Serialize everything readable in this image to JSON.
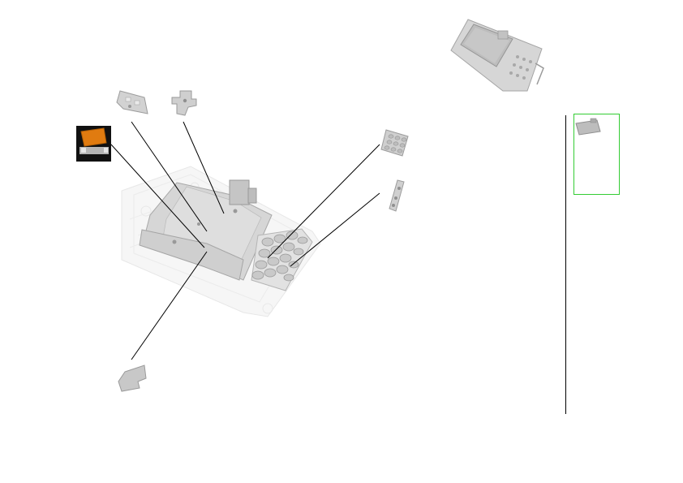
{
  "diagram": {
    "type": "exploded-assembly-view",
    "callout_color": "#000000",
    "part_color": "#cfcfcf",
    "highlight_color": "#e07b10",
    "thumbnail_frame_color": "#33cc33",
    "parts": [
      {
        "id": "bracket-plate"
      },
      {
        "id": "hinge-clip"
      },
      {
        "id": "ribbon-connector"
      },
      {
        "id": "keypad-membrane"
      },
      {
        "id": "side-button-strip"
      },
      {
        "id": "flex-cable"
      },
      {
        "id": "main-shield-plate"
      }
    ]
  }
}
